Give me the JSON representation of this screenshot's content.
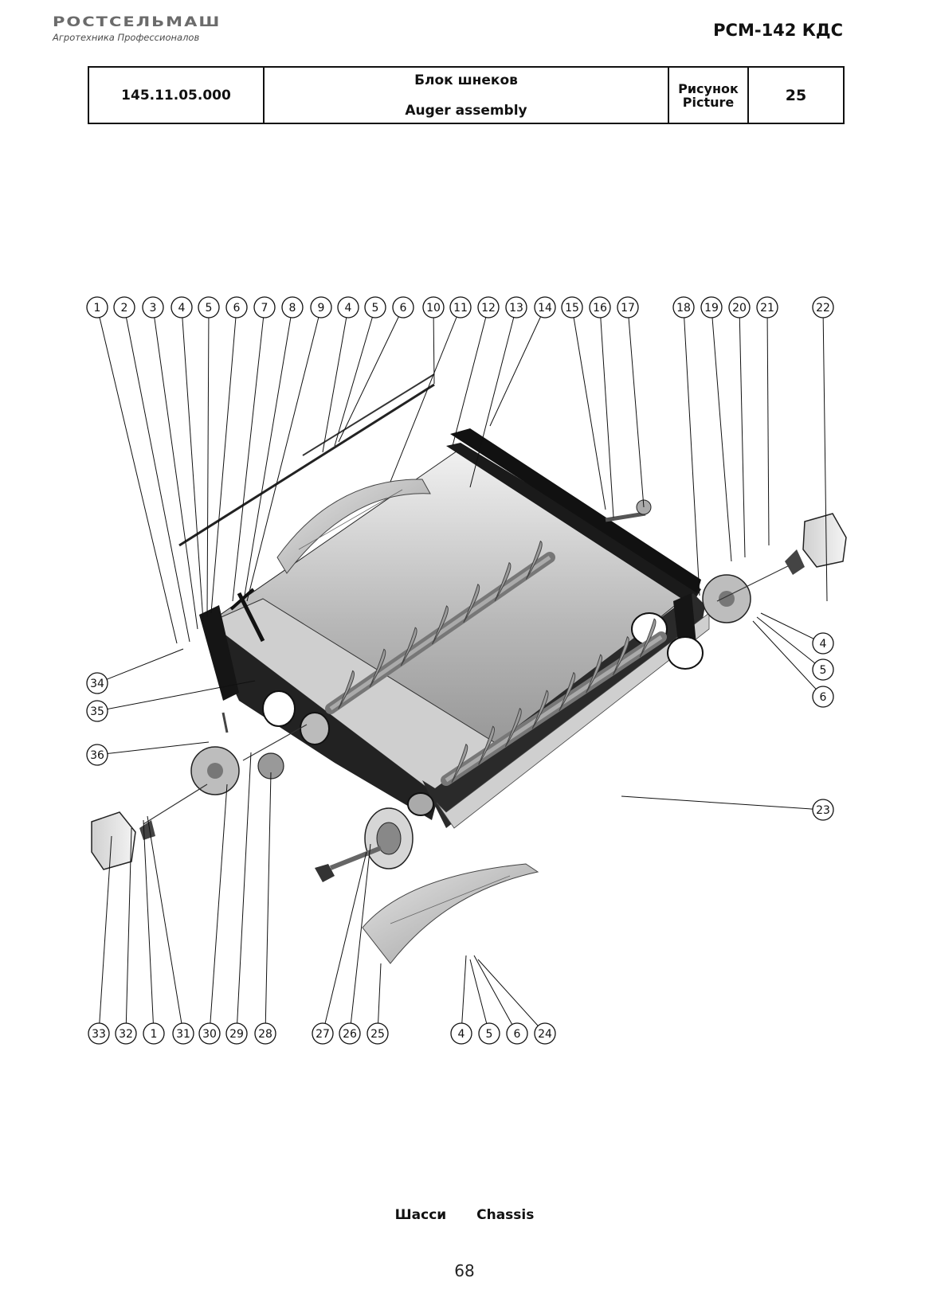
{
  "brand": {
    "name": "РОСТСЕЛЬМАШ",
    "tagline": "Агротехника Профессионалов"
  },
  "model": "РСМ-142 КДС",
  "header": {
    "code": "145.11.05.000",
    "title_ru": "Блок шнеков",
    "title_en": "Auger assembly",
    "figure_label_ru": "Рисунок",
    "figure_label_en": "Picture",
    "figure_number": "25"
  },
  "callouts": {
    "top": [
      "1",
      "2",
      "3",
      "4",
      "5",
      "6",
      "7",
      "8",
      "9",
      "4",
      "5",
      "6",
      "10",
      "11",
      "12",
      "13",
      "14",
      "15",
      "16",
      "17",
      "18",
      "19",
      "20",
      "21",
      "22"
    ],
    "right": [
      "4",
      "5",
      "6",
      "23"
    ],
    "left": [
      "34",
      "35",
      "36"
    ],
    "bottom": [
      "33",
      "32",
      "1",
      "31",
      "30",
      "29",
      "28",
      "27",
      "26",
      "25",
      "4",
      "5",
      "6",
      "24"
    ]
  },
  "footer": {
    "section_ru": "Шасси",
    "section_en": "Chassis",
    "page": "68"
  }
}
